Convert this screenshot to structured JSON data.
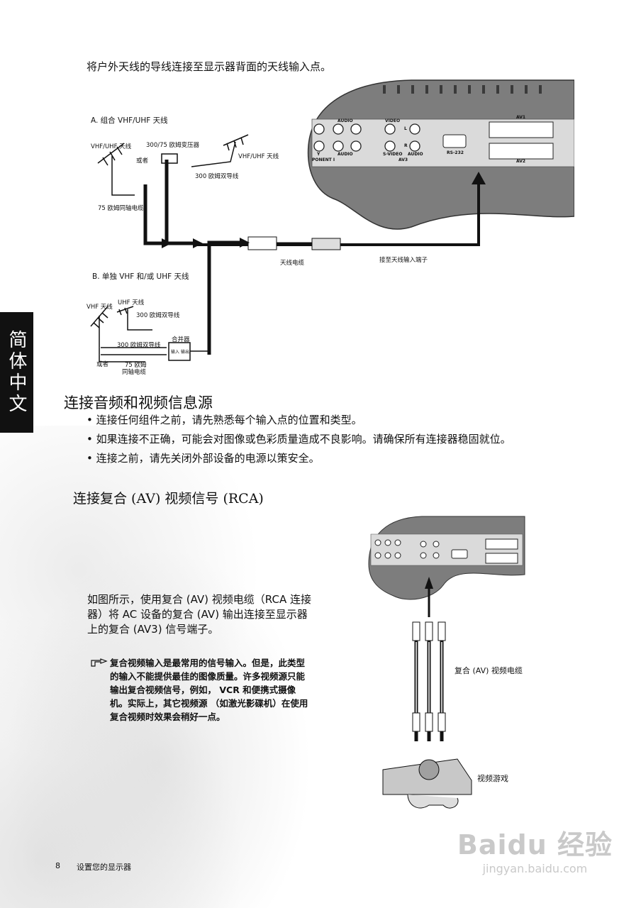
{
  "side_tab": "简体中文",
  "intro": "将户外天线的导线连接至显示器背面的天线输入点。",
  "diagram1": {
    "section_a": "A. 组合 VHF/UHF 天线",
    "vhf_uhf_antenna_left": "VHF/UHF 天线",
    "transformer": "300/75 欧姆变压器",
    "or_a": "或者",
    "vhf_uhf_antenna_right": "VHF/UHF 天线",
    "twin_lead_a": "300 欧姆双导线",
    "coax_75": "75 欧姆同轴电缆",
    "antenna_cable": "天线电缆",
    "to_antenna_input": "接至天线输入端子",
    "section_b": "B. 单独 VHF 和/或 UHF 天线",
    "vhf_antenna": "VHF 天线",
    "uhf_antenna": "UHF 天线",
    "twin_lead_b1": "300 欧姆双导线",
    "combiner": "合并器",
    "combiner_in": "输入",
    "combiner_out": "输出",
    "twin_lead_b2": "300 欧姆双导线",
    "or_b": "或者",
    "coax_b_1": "75 欧姆",
    "coax_b_2": "同轴电缆",
    "panel": {
      "audio1": "AUDIO",
      "audio2": "AUDIO",
      "y": "Y",
      "component": "PONENT I",
      "video": "VIDEO",
      "l": "L",
      "r": "R",
      "svideo": "S-VIDEO",
      "audio3": "AUDIO",
      "av3": "AV3",
      "rs232": "RS-232",
      "av1": "AV1",
      "av2": "AV2"
    }
  },
  "section_title": "连接音频和视频信息源",
  "bullets": [
    "• 连接任何组件之前，请先熟悉每个输入点的位置和类型。",
    "• 如果连接不正确，可能会对图像或色彩质量造成不良影响。请确保所有连接器稳固就位。",
    "• 连接之前，请先关闭外部设备的电源以策安全。"
  ],
  "subsection_title": "连接复合 (AV) 视频信号 (RCA)",
  "body_text": "如图所示，使用复合 (AV) 视频电缆（RCA 连接器）将 AC 设备的复合 (AV) 输出连接至显示器上的复合 (AV3) 信号端子。",
  "note_text": "复合视频输入是最常用的信号输入。但是，此类型的输入不能提供最佳的图像质量。许多视频源只能输出复合视频信号，例如， VCR 和便携式摄像机。实际上，其它视频源 （如激光影碟机）在使用复合视频时效果会稍好一点。",
  "diagram2": {
    "cable_label": "复合 (AV) 视频电缆",
    "game_label": "视频游戏"
  },
  "footer": {
    "page": "8",
    "title": "设置您的显示器"
  },
  "watermark": {
    "brand": "Baidu 经验",
    "url": "jingyan.baidu.com"
  }
}
